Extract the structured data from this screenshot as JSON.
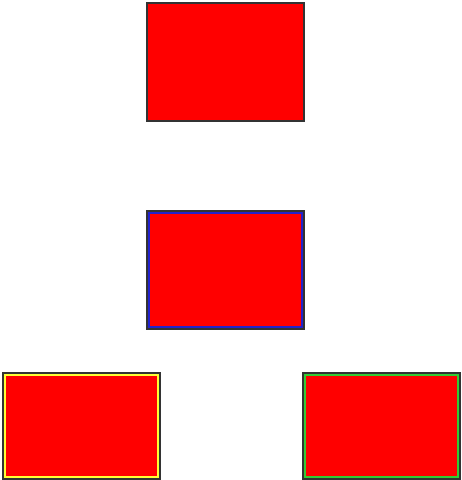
{
  "colors": {
    "fill": "#ff0000",
    "outer_border": "#333333",
    "background": "#ffffff"
  },
  "boxes": [
    {
      "id": "top",
      "inner_border": "none"
    },
    {
      "id": "middle",
      "inner_border": "#2222cc"
    },
    {
      "id": "bottom-left",
      "inner_border": "#ffff33"
    },
    {
      "id": "bottom-right",
      "inner_border": "#33cc33"
    }
  ]
}
